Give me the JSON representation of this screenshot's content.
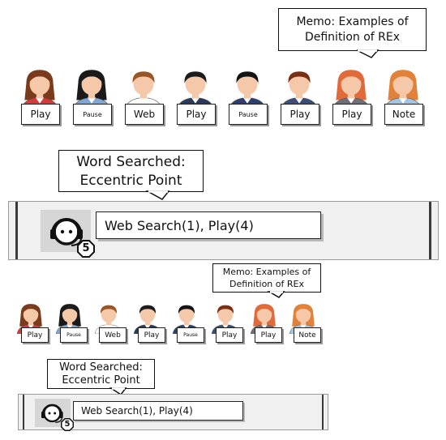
{
  "memo_text": "Memo: Examples of Definition of REx",
  "memo_lines": [
    "Memo: Examples of",
    "Definition of REx"
  ],
  "word_lines": [
    "Word Searched:",
    "Eccentric Point"
  ],
  "result_text": "Web Search(1), Play(4)",
  "badge_count": "5",
  "agents": [
    {
      "label": "Play",
      "gender": "f",
      "hair": "#7a3a1c",
      "shirt": "#d83a3a"
    },
    {
      "label": "Pause",
      "gender": "f",
      "hair": "#1a1a1a",
      "shirt": "#7fa7d6"
    },
    {
      "label": "Web",
      "gender": "m",
      "hair": "#9a5524",
      "shirt": "#ffffff"
    },
    {
      "label": "Play",
      "gender": "m",
      "hair": "#1c1c1c",
      "shirt": "#2b3a5a"
    },
    {
      "label": "Pause",
      "gender": "m",
      "hair": "#141414",
      "shirt": "#2c3f6e"
    },
    {
      "label": "Play",
      "gender": "m",
      "hair": "#7a2e14",
      "shirt": "#3a4e78"
    },
    {
      "label": "Play",
      "gender": "f",
      "hair": "#e06a3a",
      "shirt": "#6e6e78"
    },
    {
      "label": "Note",
      "gender": "f",
      "hair": "#e2823a",
      "shirt": "#a4c4e4"
    }
  ],
  "colors": {
    "skin": "#f4c8a8",
    "panel": "#f0f0f0",
    "icon_bg": "#d6d6d6"
  }
}
